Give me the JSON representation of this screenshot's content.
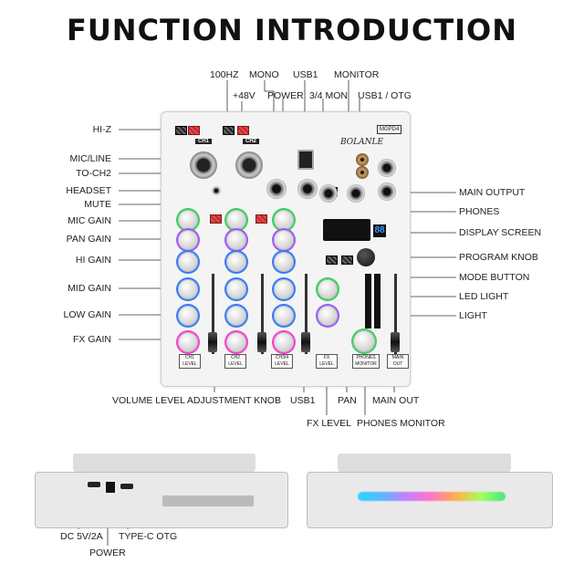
{
  "title": "FUNCTION INTRODUCTION",
  "labels": {
    "left": [
      "HI-Z",
      "MIC/LINE",
      "TO-CH2",
      "HEADSET",
      "MUTE",
      "MIC GAIN",
      "PAN GAIN",
      "HI GAIN",
      "MID GAIN",
      "LOW GAIN",
      "FX GAIN"
    ],
    "top": [
      "100HZ",
      "MONO",
      "USB1",
      "MONITOR",
      "+48V",
      "POWER",
      "3/4 MON",
      "USB1 / OTG"
    ],
    "right": [
      "MAIN OUTPUT",
      "PHONES",
      "DISPLAY SCREEN",
      "PROGRAM KNOB",
      "MODE BUTTON",
      "LED LIGHT",
      "LIGHT"
    ],
    "bottom_row1": [
      "VOLUME LEVEL ADJUSTMENT KNOB",
      "USB1",
      "PAN",
      "MAIN OUT"
    ],
    "bottom_row2": [
      "FX LEVEL",
      "PHONES MONITOR"
    ],
    "back": [
      "DC 5V/2A",
      "TYPE-C OTG",
      "POWER"
    ]
  },
  "device": {
    "brand": "BOLANLE",
    "model": "MGPD4",
    "ch1": "CH1",
    "ch2": "CH2",
    "ch1_level": "CH1 LEVEL",
    "ch2_level": "CH2 LEVEL",
    "ch34_level": "CH3/4 LEVEL",
    "fx_level": "FX LEVEL",
    "phones_monitor": "PHONES MONITOR",
    "main_out": "MAIN OUT",
    "display_readout": "88",
    "knob_ring_colors": [
      "#35d35a",
      "#9b59ff",
      "#2f7bff",
      "#2f7bff",
      "#2f7bff",
      "#ff3bd0"
    ]
  },
  "colors": {
    "accent_red": "#c0272d",
    "rgb_strip": "#5fb8ff"
  }
}
